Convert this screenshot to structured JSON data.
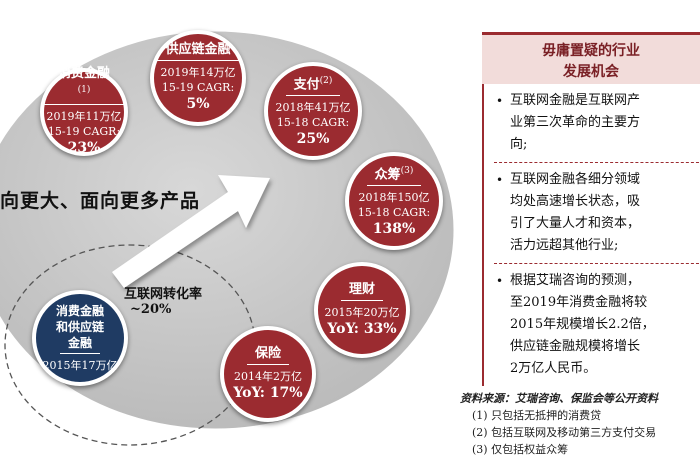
{
  "bubbles": [
    {
      "id": "consumer",
      "title": "消费金融",
      "note": "(1)",
      "l1": "2019年11万亿",
      "l2": "15-19 CAGR:",
      "l3": "23%"
    },
    {
      "id": "supply",
      "title": "供应链金融",
      "note": "",
      "l1": "2019年14万亿",
      "l2": "15-19 CAGR:",
      "l3": "5%"
    },
    {
      "id": "payment",
      "title": "支付",
      "note": "(2)",
      "l1": "2018年41万亿",
      "l2": "15-18 CAGR:",
      "l3": "25%"
    },
    {
      "id": "crowd",
      "title": "众筹",
      "note": "(3)",
      "l1": "2018年150亿",
      "l2": "15-18 CAGR:",
      "l3": "138%"
    },
    {
      "id": "wealth",
      "title": "理财",
      "note": "",
      "l1": "2015年20万亿",
      "l2": "",
      "l3": "YoY: 33%"
    },
    {
      "id": "insurance",
      "title": "保险",
      "note": "",
      "l1": "2014年2万亿",
      "l2": "",
      "l3": "YoY: 17%"
    },
    {
      "id": "combined",
      "title": "消费金融",
      "title2": "和供应链",
      "title3": "金融",
      "l1": "2015年17万亿"
    }
  ],
  "diagram": {
    "big_text": "向更大、面向更多产品",
    "conversion_label": "互联网转化率",
    "conversion_value": "~20%"
  },
  "panel": {
    "title_line1": "毋庸置疑的行业",
    "title_line2": "发展机会",
    "bullets": [
      [
        "互联网金融是互联网产",
        "业第三次革命的主要方",
        "向;"
      ],
      [
        "互联网金融各细分领域",
        "均处高速增长状态，吸",
        "引了大量人才和资本，",
        "活力远超其他行业;"
      ],
      [
        "根据艾瑞咨询的预测，",
        "至2019年消费金融将较",
        "2015年规模增长2.2倍，",
        "供应链金融规模将增长",
        "2万亿人民币。"
      ]
    ]
  },
  "source": {
    "line": "资料来源：艾瑞咨询、保监会等公开资料",
    "notes": [
      "(1) 只包括无抵押的消费贷",
      "(2) 包括互联网及移动第三方支付交易",
      "(3) 仅包括权益众筹"
    ]
  },
  "colors": {
    "accent": "#9b2b30",
    "navy": "#1f3b63",
    "panel_bg": "#f2dcda",
    "ellipse": "#c9c9c9"
  }
}
